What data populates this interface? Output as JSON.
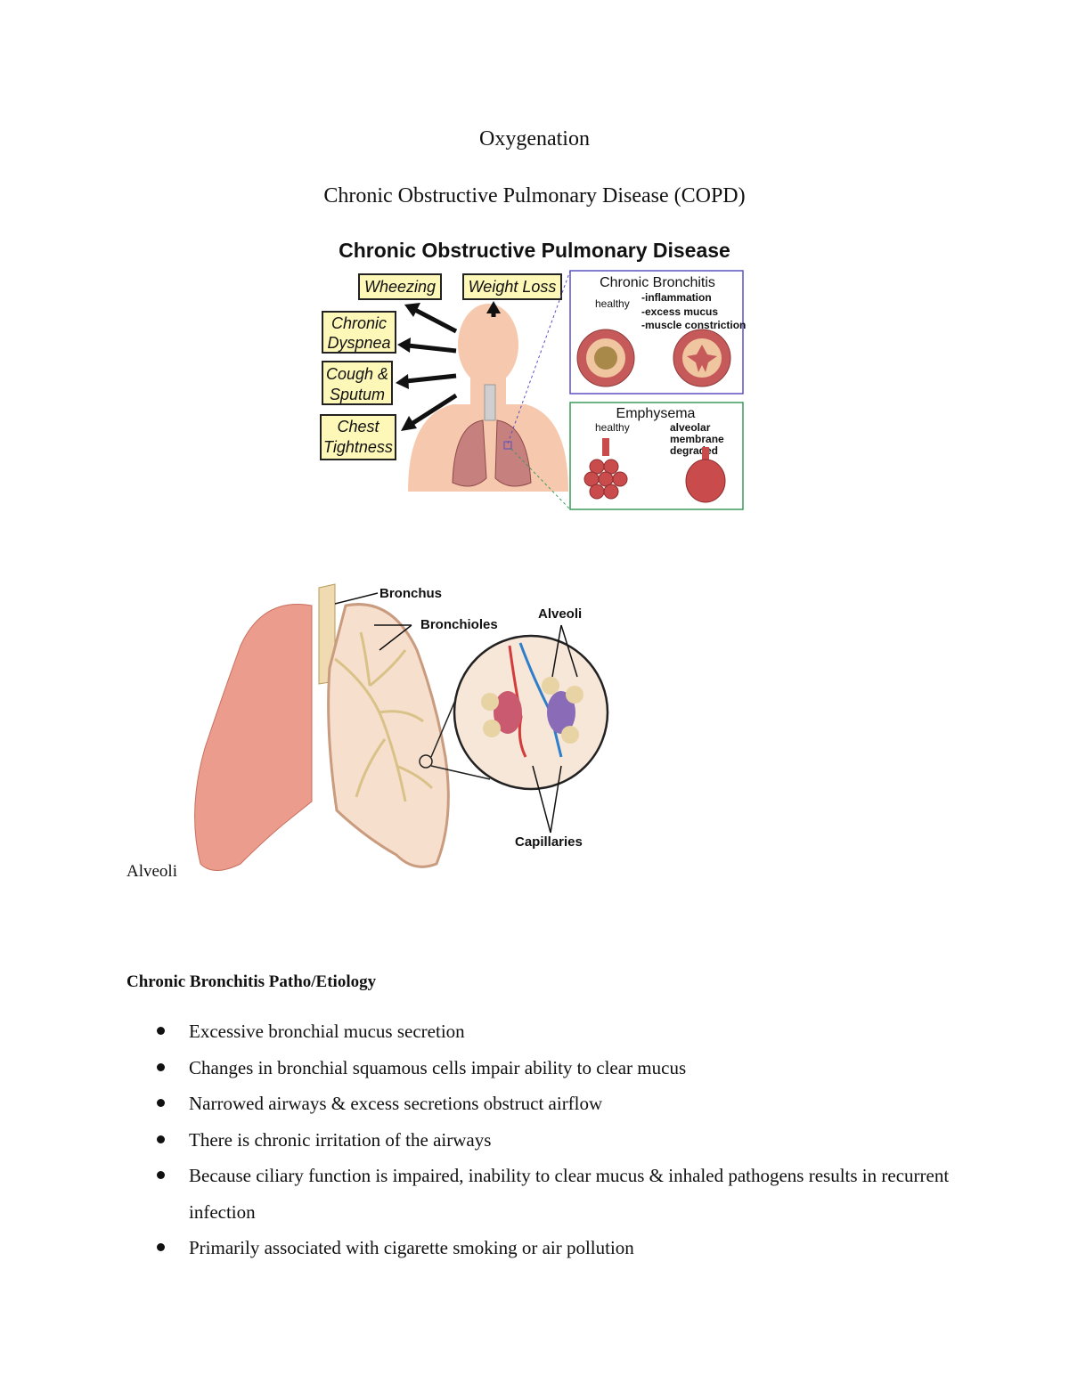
{
  "document": {
    "title": "Oxygenation",
    "subtitle": "Chronic Obstructive Pulmonary Disease (COPD)"
  },
  "copd_figure": {
    "heading": "Chronic Obstructive Pulmonary Disease",
    "symptoms": {
      "wheezing": "Wheezing",
      "weight_loss": "Weight Loss",
      "dyspnea_1": "Chronic",
      "dyspnea_2": "Dyspnea",
      "cough_1": "Cough &",
      "cough_2": "Sputum",
      "chest_1": "Chest",
      "chest_2": "Tightness"
    },
    "bronchitis": {
      "title": "Chronic Bronchitis",
      "healthy": "healthy",
      "notes": [
        "-inflammation",
        "-excess mucus",
        "-muscle constriction"
      ]
    },
    "emphysema": {
      "title": "Emphysema",
      "healthy": "healthy",
      "notes": [
        "alveolar",
        "membrane",
        "degraded"
      ]
    }
  },
  "lung_figure": {
    "labels": {
      "bronchus": "Bronchus",
      "bronchioles": "Bronchioles",
      "alveoli": "Alveoli",
      "capillaries": "Capillaries"
    }
  },
  "caption": "Alveoli",
  "section": {
    "heading": "Chronic Bronchitis Patho/Etiology",
    "bullets": [
      "Excessive bronchial mucus secretion",
      "Changes in bronchial squamous cells impair ability to clear mucus",
      "Narrowed airways & excess secretions obstruct airflow",
      "There is chronic irritation of the airways",
      "Because ciliary function is impaired, inability to clear mucus & inhaled pathogens results in recurrent infection",
      "Primarily associated with cigarette smoking or air pollution"
    ]
  }
}
